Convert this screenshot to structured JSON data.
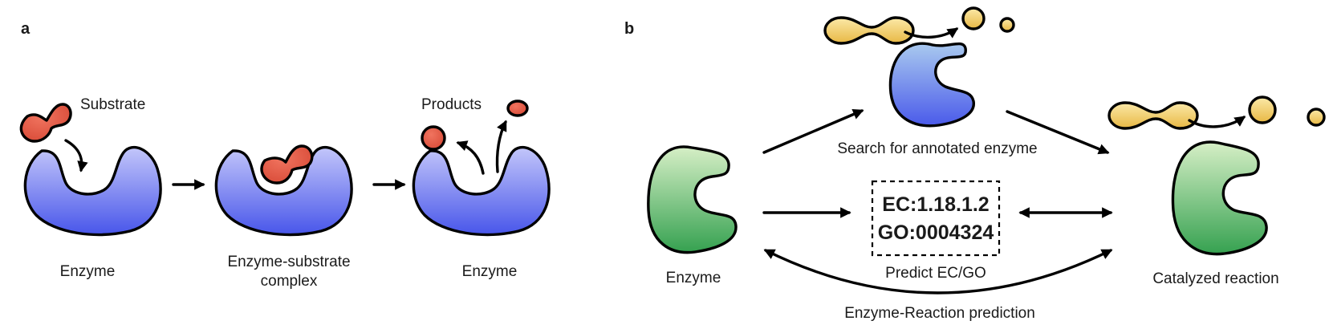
{
  "panel_a": {
    "letter": "a",
    "substrate_label": "Substrate",
    "products_label": "Products",
    "enzyme_label_left": "Enzyme",
    "complex_label_line1": "Enzyme-substrate",
    "complex_label_line2": "complex",
    "enzyme_label_right": "Enzyme"
  },
  "panel_b": {
    "letter": "b",
    "enzyme_label": "Enzyme",
    "search_label": "Search for annotated enzyme",
    "ec_code": "EC:1.18.1.2",
    "go_code": "GO:0004324",
    "predict_label": "Predict EC/GO",
    "catalyzed_label": "Catalyzed reaction",
    "reaction_prediction_label": "Enzyme-Reaction prediction"
  },
  "colors": {
    "blue_enzyme_top": "#b9bcf8",
    "blue_enzyme_bottom": "#4a57ea",
    "green_enzyme_top": "#cfecc0",
    "green_enzyme_bottom": "#3aa653",
    "substrate_red": "#e8604c",
    "molecule_yellow": "#f1c760",
    "outline": "#000000"
  }
}
